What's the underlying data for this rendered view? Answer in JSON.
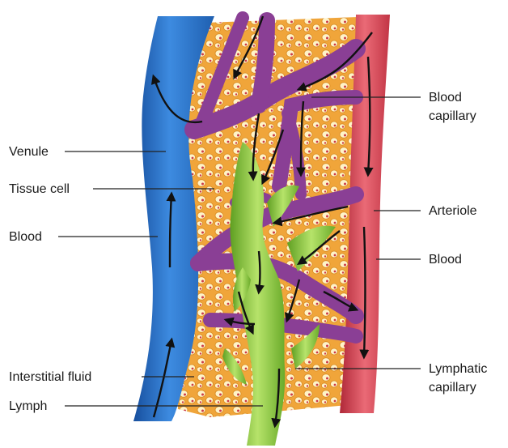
{
  "labels": {
    "venule": "Venule",
    "tissue_cell": "Tissue cell",
    "blood_left": "Blood",
    "interstitial_fluid": "Interstitial fluid",
    "lymph": "Lymph",
    "blood_capillary_l1": "Blood",
    "blood_capillary_l2": "capillary",
    "arteriole": "Arteriole",
    "blood_right": "Blood",
    "lymphatic_capillary_l1": "Lymphatic",
    "lymphatic_capillary_l2": "capillary"
  },
  "colors": {
    "venule_blue": "#2a6fc0",
    "arteriole_red": "#d84a5a",
    "capillary_purple": "#8a3f95",
    "lymphatic_green": "#86c43a",
    "tissue_orange": "#f0a53a",
    "cell_fill": "#fff3c8",
    "nucleus_red": "#cc3b4a",
    "arrow_black": "#111111"
  }
}
